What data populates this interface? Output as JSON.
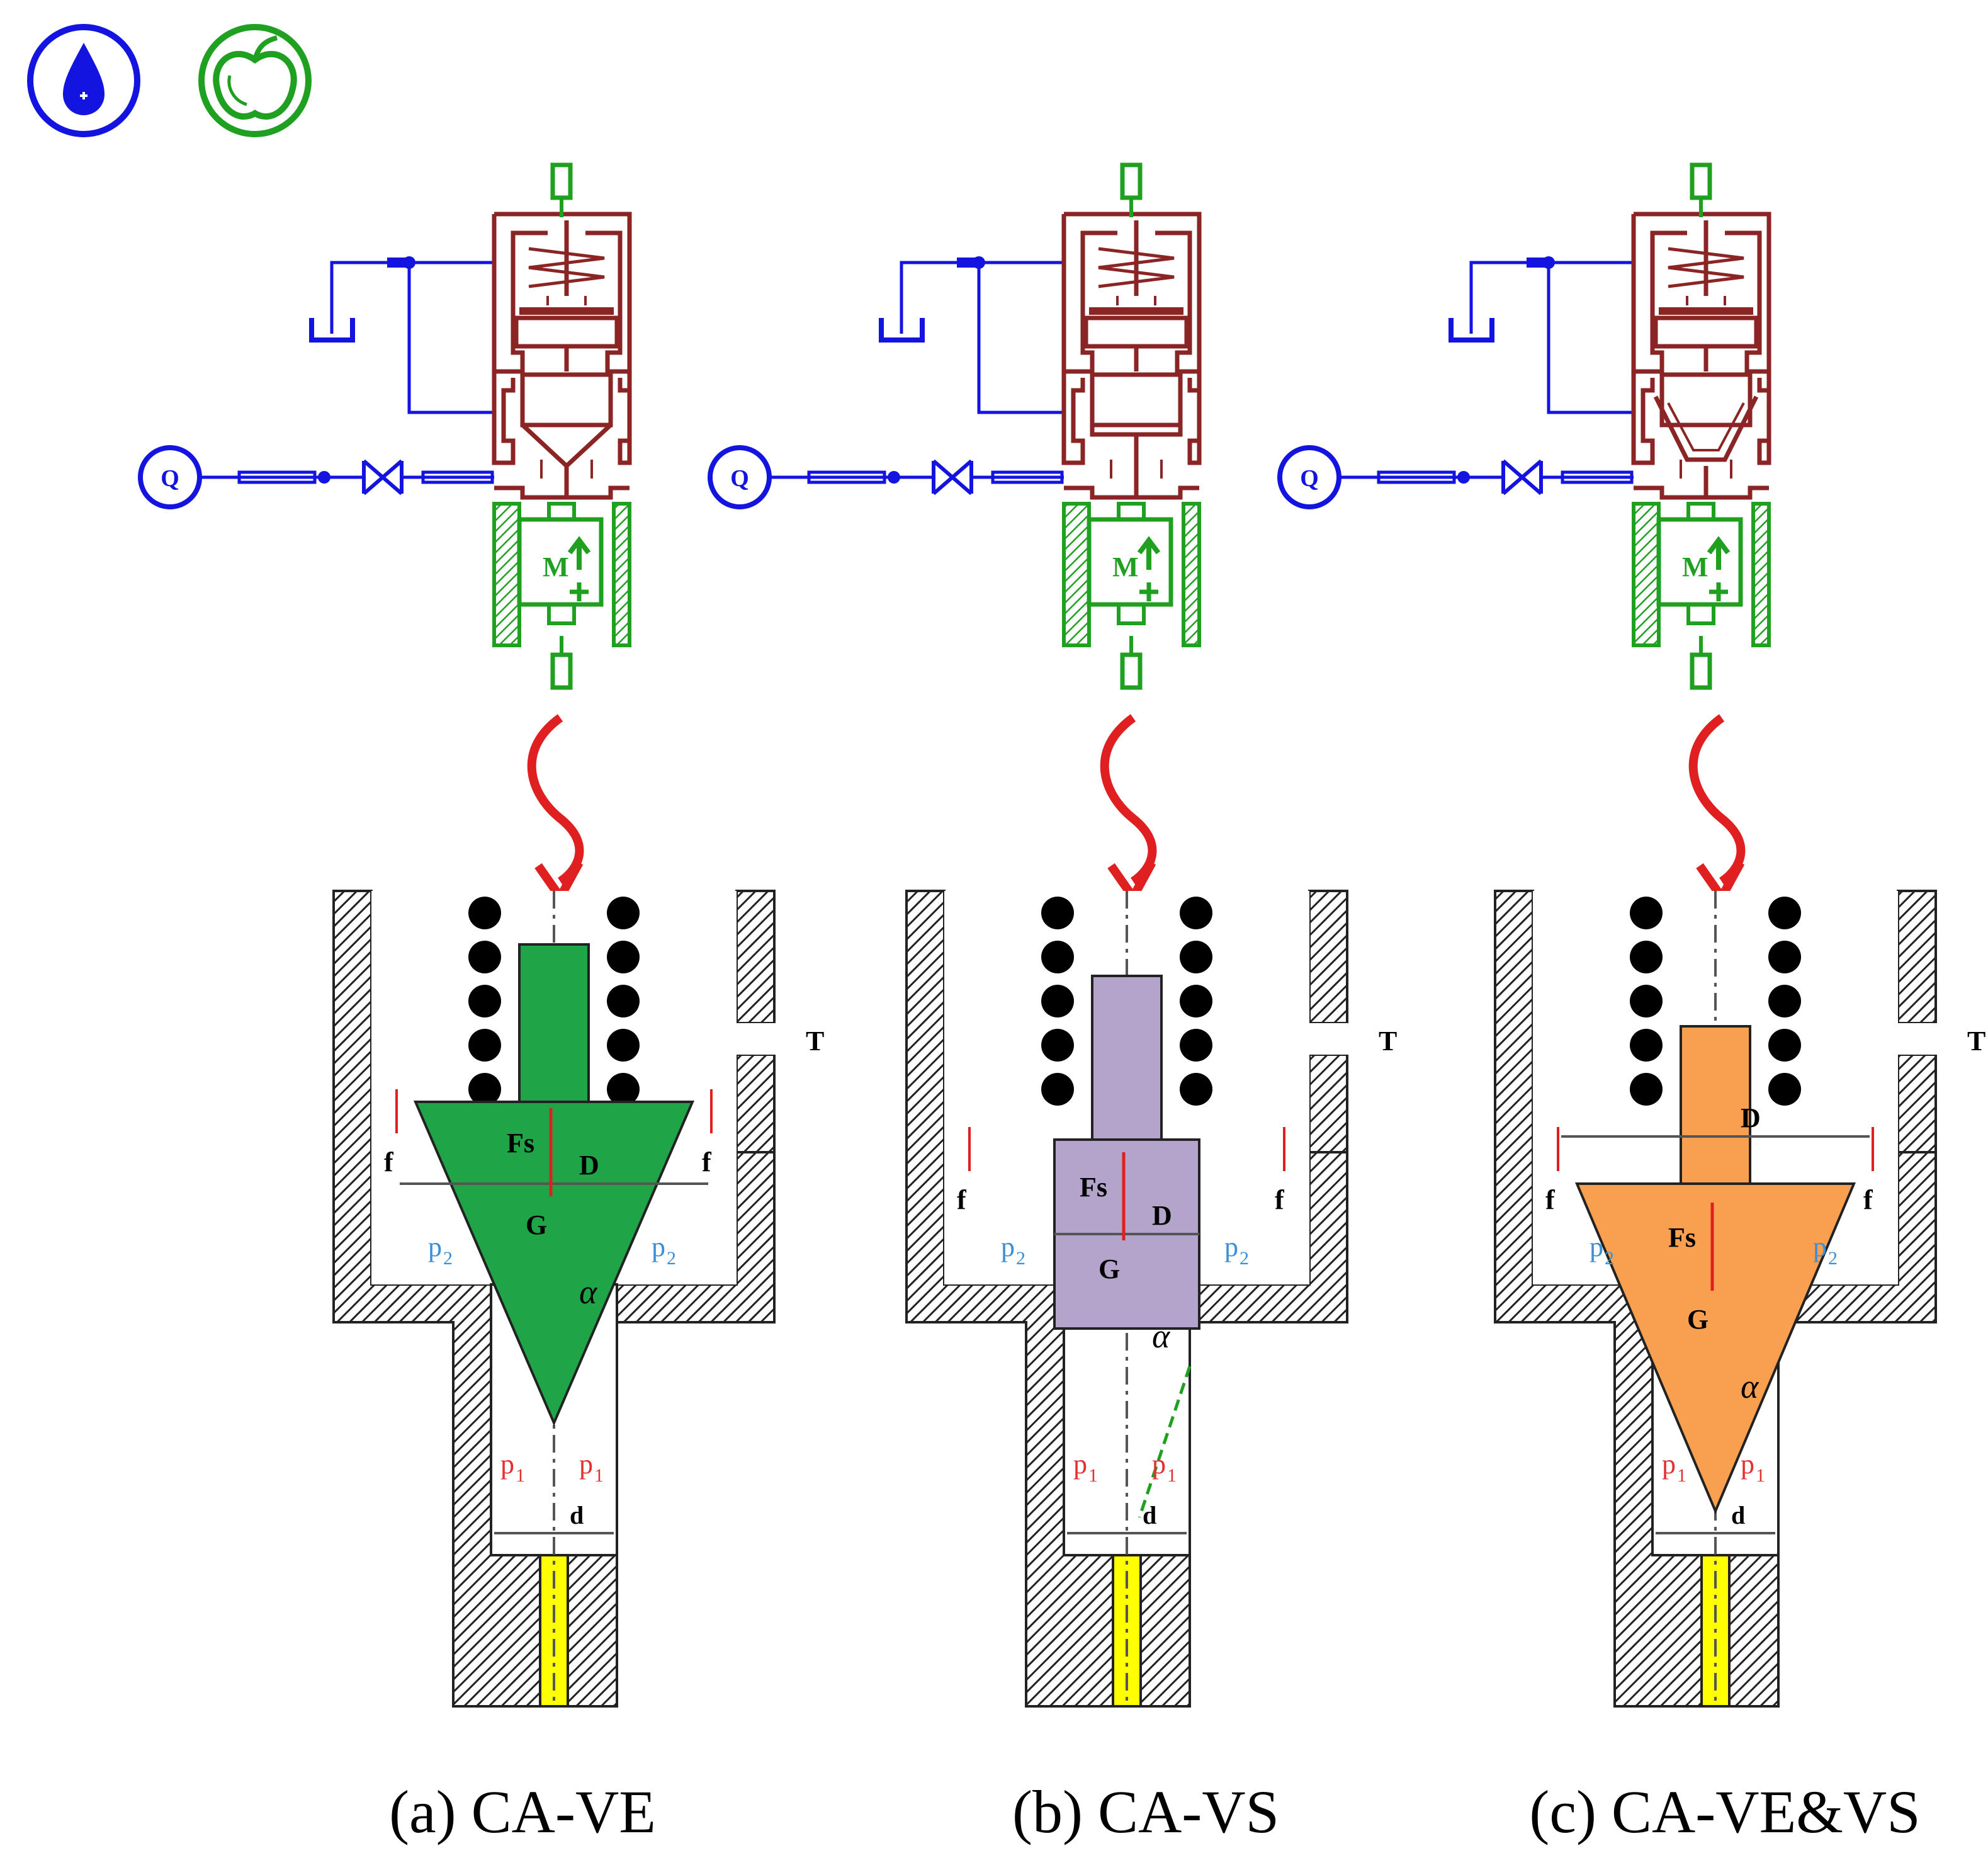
{
  "colors": {
    "hydraulic": "#1414e0",
    "mechanical": "#20a020",
    "valve_body": "#8b2525",
    "arrow": "#e02020",
    "pressure_p1": "#e53030",
    "pressure_p2": "#3a8fd8",
    "hatch": "#222222",
    "orifice": "#ffff00",
    "spool_a": "#1fa548",
    "spool_b": "#b4a4cc",
    "spool_c": "#f8a050"
  },
  "icons": [
    {
      "name": "hydraulic-library-icon",
      "color": "#1414e0"
    },
    {
      "name": "mechanical-library-icon",
      "color": "#20a020"
    }
  ],
  "panels": [
    {
      "id": "a",
      "caption": "(a) CA-VE",
      "source_symbol": "Q",
      "spool_shape": "cone",
      "spool_color": "#1fa548",
      "labels": {
        "Fs": "Fs",
        "D": "D",
        "G": "G",
        "alpha": "α",
        "d": "d",
        "f_left": "f",
        "f_right": "f",
        "p1_left": "p",
        "p1_right": "p",
        "p1_sub": "1",
        "p2_left": "p",
        "p2_right": "p",
        "p2_sub": "2",
        "T": "T"
      }
    },
    {
      "id": "b",
      "caption": "(b) CA-VS",
      "source_symbol": "Q",
      "spool_shape": "cylinder",
      "spool_color": "#b4a4cc",
      "labels": {
        "Fs": "Fs",
        "D": "D",
        "G": "G",
        "alpha": "α",
        "d": "d",
        "f_left": "f",
        "f_right": "f",
        "p1_left": "p",
        "p1_right": "p",
        "p1_sub": "1",
        "p2_left": "p",
        "p2_right": "p",
        "p2_sub": "2",
        "T": "T"
      }
    },
    {
      "id": "c",
      "caption": "(c) CA-VE&VS",
      "source_symbol": "Q",
      "spool_shape": "cone-cylinder",
      "spool_color": "#f8a050",
      "labels": {
        "Fs": "Fs",
        "D": "D",
        "G": "G",
        "alpha": "α",
        "d": "d",
        "f_left": "f",
        "f_right": "f",
        "p1_left": "p",
        "p1_right": "p",
        "p1_sub": "1",
        "p2_left": "p",
        "p2_right": "p",
        "p2_sub": "2",
        "T": "T"
      }
    }
  ]
}
